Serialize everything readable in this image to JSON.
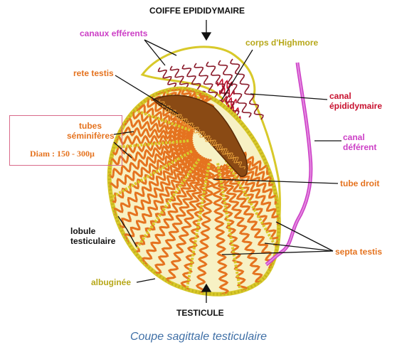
{
  "labels": {
    "coiffe": "COIFFE EPIDIDYMAIRE",
    "canaux": "canaux efférents",
    "corps": "corps d'Highmore",
    "rete": "rete testis",
    "canal_epi_1": "canal",
    "canal_epi_2": "épididymaire",
    "tubes_1": "tubes",
    "tubes_2": "séminifères",
    "diam": "Diam : 150 - 300µ",
    "canal_def_1": "canal",
    "canal_def_2": "déférent",
    "tube_droit": "tube droit",
    "lobule_1": "lobule",
    "lobule_2": "testiculaire",
    "septa": "septa testis",
    "albuginee": "albuginée",
    "testicule": "TESTICULE"
  },
  "caption": "Coupe sagittale testiculaire",
  "colors": {
    "black": "#111111",
    "orange": "#e5731f",
    "red": "#c8102e",
    "magenta": "#cc3fc6",
    "yellow": "#d8c92a",
    "caption": "#3f6fa6",
    "box": "#d96a8a"
  }
}
